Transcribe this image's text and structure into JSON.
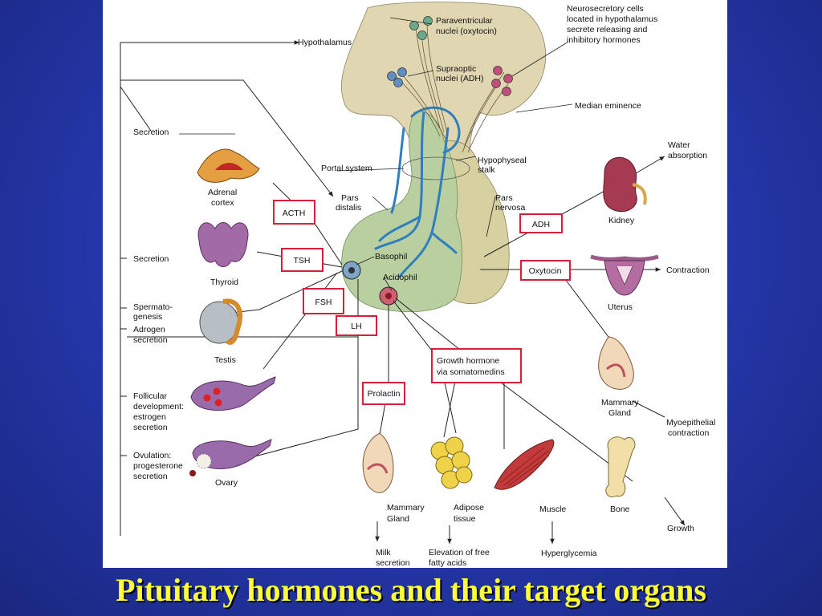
{
  "slide": {
    "title": "Pituitary hormones and their target organs"
  },
  "labels": {
    "hypothalamus": "Hypothalamus",
    "paraventricular_1": "Paraventricular",
    "paraventricular_2": "nuclei (oxytocin)",
    "supraoptic_1": "Supraoptic",
    "supraoptic_2": "nuclei (ADH)",
    "neurosecretory_1": "Neurosecretory cells",
    "neurosecretory_2": "located in hypothalamus",
    "neurosecretory_3": "secrete releasing and",
    "neurosecretory_4": "inhibitory hormones",
    "median_eminence": "Median eminence",
    "hypophyseal_1": "Hypophyseal",
    "hypophyseal_2": "stalk",
    "portal_system": "Portal system",
    "pars_distalis_1": "Pars",
    "pars_distalis_2": "distalis",
    "pars_nervosa_1": "Pars",
    "pars_nervosa_2": "nervosa",
    "basophil": "Basophil",
    "acidophil": "Acidophil",
    "secretion_adrenal": "Secretion",
    "adrenal_1": "Adrenal",
    "adrenal_2": "cortex",
    "secretion_thyroid": "Secretion",
    "thyroid": "Thyroid",
    "spermato_1": "Spermato-",
    "spermato_2": "genesis",
    "adrogen_1": "Adrogen",
    "adrogen_2": "secretion",
    "testis": "Testis",
    "follicular_1": "Follicular",
    "follicular_2": "development:",
    "follicular_3": "estrogen",
    "follicular_4": "secretion",
    "ovulation_1": "Ovulation:",
    "ovulation_2": "progesterone",
    "ovulation_3": "secretion",
    "ovary": "Ovary",
    "water_1": "Water",
    "water_2": "absorption",
    "kidney": "Kidney",
    "contraction": "Contraction",
    "uterus": "Uterus",
    "mammary_right_1": "Mammary",
    "mammary_right_2": "Gland",
    "myoepithelial_1": "Myoepithelial",
    "myoepithelial_2": "contraction",
    "mammary_left_1": "Mammary",
    "mammary_left_2": "Gland",
    "milk_1": "Milk",
    "milk_2": "secretion",
    "adipose_1": "Adipose",
    "adipose_2": "tissue",
    "elevation_1": "Elevation of free",
    "elevation_2": "fatty acids",
    "muscle": "Muscle",
    "hyperglycemia": "Hyperglycemia",
    "bone": "Bone",
    "growth": "Growth"
  },
  "hormones": {
    "acth": "ACTH",
    "tsh": "TSH",
    "fsh": "FSH",
    "lh": "LH",
    "prolactin": "Prolactin",
    "gh_1": "Growth hormone",
    "gh_2": "via somatomedins",
    "adh": "ADH",
    "oxytocin": "Oxytocin"
  },
  "colors": {
    "highlight_box": "#d4203a",
    "anterior_lobe": "#b9cf9f",
    "posterior_lobe": "#d7d0a0",
    "vessels": "#2f7fc0",
    "title_text": "#ffff33",
    "background": "#2436a8"
  }
}
